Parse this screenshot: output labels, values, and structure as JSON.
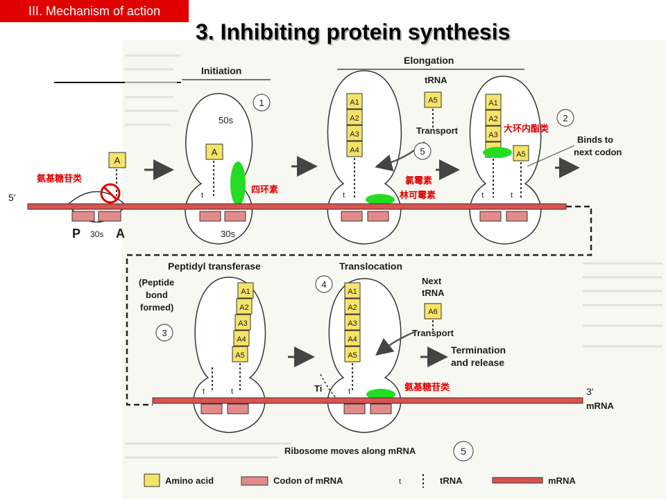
{
  "header": {
    "section_tag": "III. Mechanism of action",
    "title": "3. Inhibiting protein synthesis"
  },
  "colors": {
    "tag_red": "#e00000",
    "drug_label_red": "#e00000",
    "inhibitor_green": "#22dd22",
    "mrna_red": "#d9534f",
    "codon_pink": "#e38b8b",
    "amino_yellow": "#f5e36a",
    "ribosome_outline": "#333333"
  },
  "stages": {
    "initiation": {
      "heading": "Initiation",
      "step": "1",
      "subunit_large": "50s",
      "subunit_small": "30s",
      "amino": "A"
    },
    "elongation": {
      "heading": "Elongation",
      "trna": "tRNA",
      "transport": "Transport",
      "step_5a": "5",
      "step_2": "2",
      "binds_line1": "Binds to",
      "binds_line2": "next codon",
      "amino_incoming": "A5"
    },
    "peptidyl": {
      "heading": "Peptidyl transferase",
      "note_line1": "(Peptide",
      "note_line2": "bond",
      "note_line3": "formed)",
      "step": "3"
    },
    "translocation": {
      "heading": "Translocation",
      "step": "4",
      "next_trna_line1": "Next",
      "next_trna_line2": "tRNA",
      "amino_next": "A6",
      "transport": "Transport",
      "termination_line1": "Termination",
      "termination_line2": "and release",
      "ti": "Ti"
    },
    "footer": {
      "ribosome_moves": "Ribosome moves along mRNA",
      "step": "5",
      "five_prime": "5′",
      "three_prime": "3′",
      "mrna": "mRNA",
      "t": "t"
    }
  },
  "chain": [
    "A1",
    "A2",
    "A3",
    "A4",
    "A5"
  ],
  "sites": {
    "p": "P",
    "a": "A",
    "small_subunit": "30s"
  },
  "drugs": {
    "aminoglycoside_top": "氨基糖苷类",
    "tetracycline": "四环素",
    "chloramphenicol": "氯霉素",
    "lincomycin": "林可霉素",
    "macrolide": "大环内酯类",
    "aminoglycoside_bottom": "氨基糖苷类"
  },
  "legend": [
    {
      "label": "Amino acid",
      "symbol": "amino-acid-swatch"
    },
    {
      "label": "Codon of mRNA",
      "symbol": "codon-swatch"
    },
    {
      "label": "tRNA",
      "symbol": "trna-dotted-symbol",
      "marker": "t"
    },
    {
      "label": "mRNA",
      "symbol": "mrna-bar-swatch"
    }
  ]
}
